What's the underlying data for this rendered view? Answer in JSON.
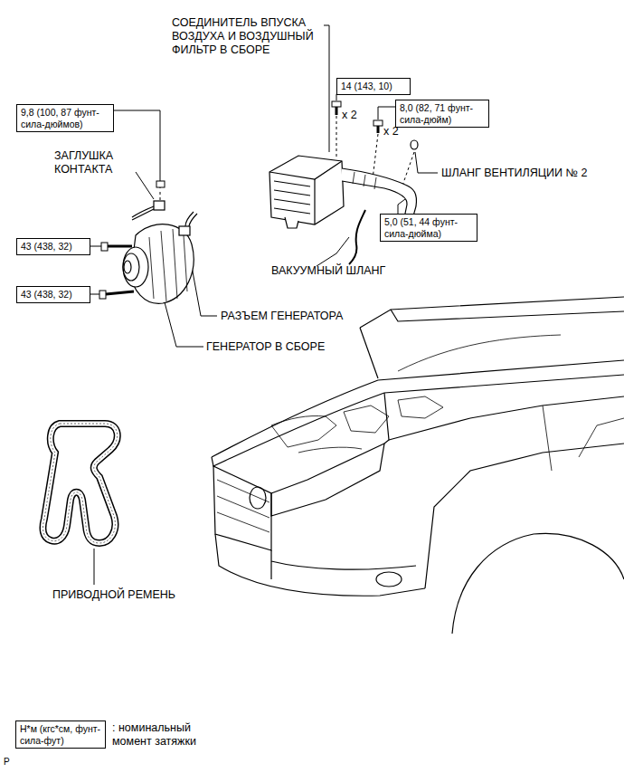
{
  "diagram": {
    "nodes": [
      {
        "text": [
          "9,8 (100, 87 фунт-сила-дюймов)"
        ]
      },
      {
        "text": [
          "14 (143, 10)"
        ]
      },
      {
        "text": [
          "8,0 (82, 71 фунт-сила-дюйм)"
        ]
      },
      {
        "text": [
          "43 (438, 32)"
        ]
      },
      {
        "text": [
          "5,0 (51, 44 фунт-сила-дюйма)"
        ]
      },
      {
        "text": [
          "43 (438, 32)"
        ]
      },
      {
        "text": [
          "Н*м (кгс*см, фунт-сила-фут)"
        ]
      }
    ],
    "labels": [
      "СОЕДИНИТЕЛЬ ВПУСКА ВОЗДУХА И ВОЗДУШНЫЙ ФИЛЬТР В СБОРЕ",
      "x 2",
      "x 2",
      "ЗАГЛУШКА КОНТАКТА",
      "ШЛАНГ ВЕНТИЛЯЦИИ № 2",
      "ВАКУУМНЫЙ ШЛАНГ",
      "РАЗЪЕМ ГЕНЕРАТОРА",
      "ГЕНЕРАТОР В СБОРЕ",
      "ПРИВОДНОЙ РЕМЕНЬ",
      ": номинальный момент затяжки",
      "P"
    ]
  }
}
